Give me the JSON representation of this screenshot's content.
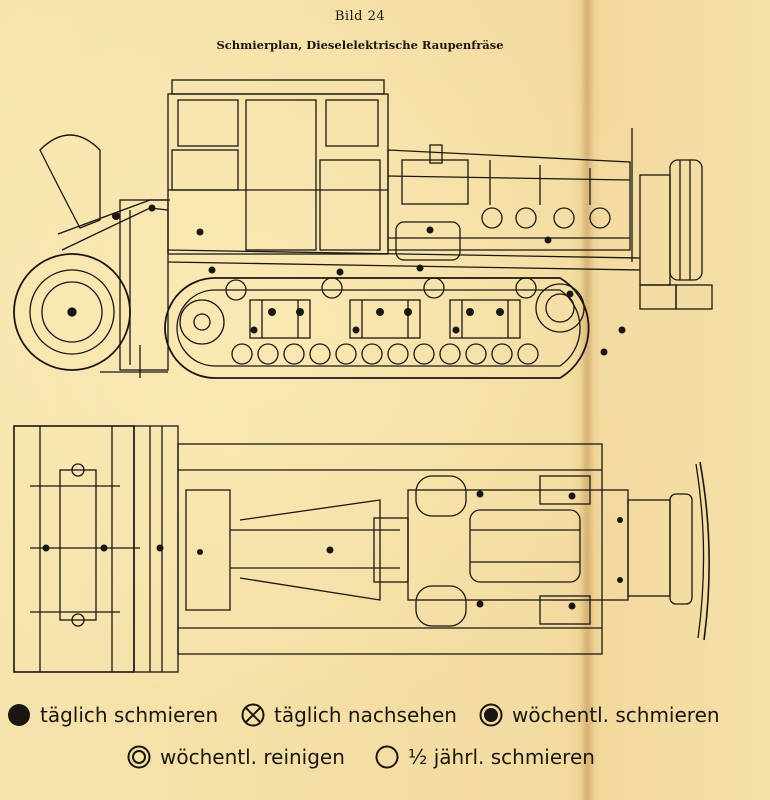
{
  "figure": {
    "number_label": "Bild 24",
    "title": "Schmierplan, Dieselelektrische Raupenfräse"
  },
  "legend": [
    {
      "symbol": "filled-dot-icon",
      "label": "täglich schmieren"
    },
    {
      "symbol": "crossed-circle-icon",
      "label": "täglich nachsehen"
    },
    {
      "symbol": "ringed-dot-icon",
      "label": "wöchentl. schmieren"
    },
    {
      "symbol": "double-circle-icon",
      "label": "wöchentl. reinigen"
    },
    {
      "symbol": "open-circle-icon",
      "label": "½ jährl. schmieren"
    }
  ],
  "colors": {
    "paper": "#f4dfa6",
    "ink": "#1a1712"
  }
}
